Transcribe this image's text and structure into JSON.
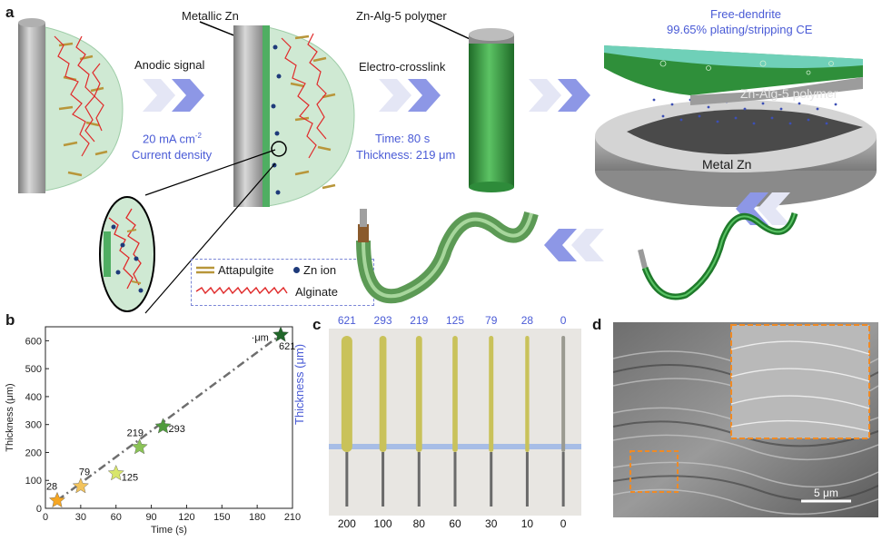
{
  "panel_a": {
    "letter": "a",
    "metallic_zn": "Metallic Zn",
    "polymer_top": "Zn-Alg-5 polymer",
    "free_dendrite": "Free-dendrite",
    "ce": "99.65% plating/stripping CE",
    "anodic_signal": "Anodic signal",
    "current_value": "20 mA cm",
    "current_exp": "-2",
    "current_label": "Current density",
    "electro_crosslink": "Electro-crosslink",
    "time": "Time: 80 s",
    "thickness": "Thickness: 219 μm",
    "polymer_layer": "Zn-Alg-5 polymer",
    "metal_zn": "Metal Zn",
    "legend": {
      "attapulgite": "Attapulgite",
      "zn_ion": "Zn ion",
      "alginate": "Alginate"
    }
  },
  "panel_b": {
    "letter": "b"
  },
  "panel_c": {
    "letter": "c",
    "ylabel": "Thickness (μm)",
    "thickness_labels": [
      "621",
      "293",
      "219",
      "125",
      "79",
      "28",
      "0"
    ],
    "time_labels": [
      "200",
      "100",
      "80",
      "60",
      "30",
      "10",
      "0"
    ]
  },
  "panel_d": {
    "letter": "d",
    "scale": "5 μm"
  },
  "colors": {
    "accent_blue": "#4a5bd6",
    "polymer_green": "#2e8b3a",
    "fit_line": "#6e6e6e"
  },
  "chart_data": {
    "type": "scatter",
    "xlabel": "Time (s)",
    "ylabel": "Thickness (μm)",
    "xlim": [
      0,
      210
    ],
    "ylim": [
      0,
      650
    ],
    "xticks": [
      "0",
      "30",
      "60",
      "90",
      "120",
      "150",
      "180",
      "210"
    ],
    "yticks": [
      "0",
      "100",
      "200",
      "300",
      "400",
      "500",
      "600"
    ],
    "annotation": "·μm",
    "points": [
      {
        "x": 10,
        "y": 28,
        "label": "28",
        "color": "#f5a623"
      },
      {
        "x": 30,
        "y": 79,
        "label": "79",
        "color": "#f2c35c"
      },
      {
        "x": 60,
        "y": 125,
        "label": "125",
        "color": "#d8e66a"
      },
      {
        "x": 80,
        "y": 219,
        "label": "219",
        "color": "#8ac356"
      },
      {
        "x": 100,
        "y": 293,
        "label": "293",
        "color": "#4f9a3d"
      },
      {
        "x": 200,
        "y": 621,
        "label": "621",
        "color": "#21662a"
      }
    ],
    "fit": {
      "x": [
        10,
        200
      ],
      "y": [
        28,
        621
      ]
    },
    "grid": false,
    "legend": "none"
  }
}
